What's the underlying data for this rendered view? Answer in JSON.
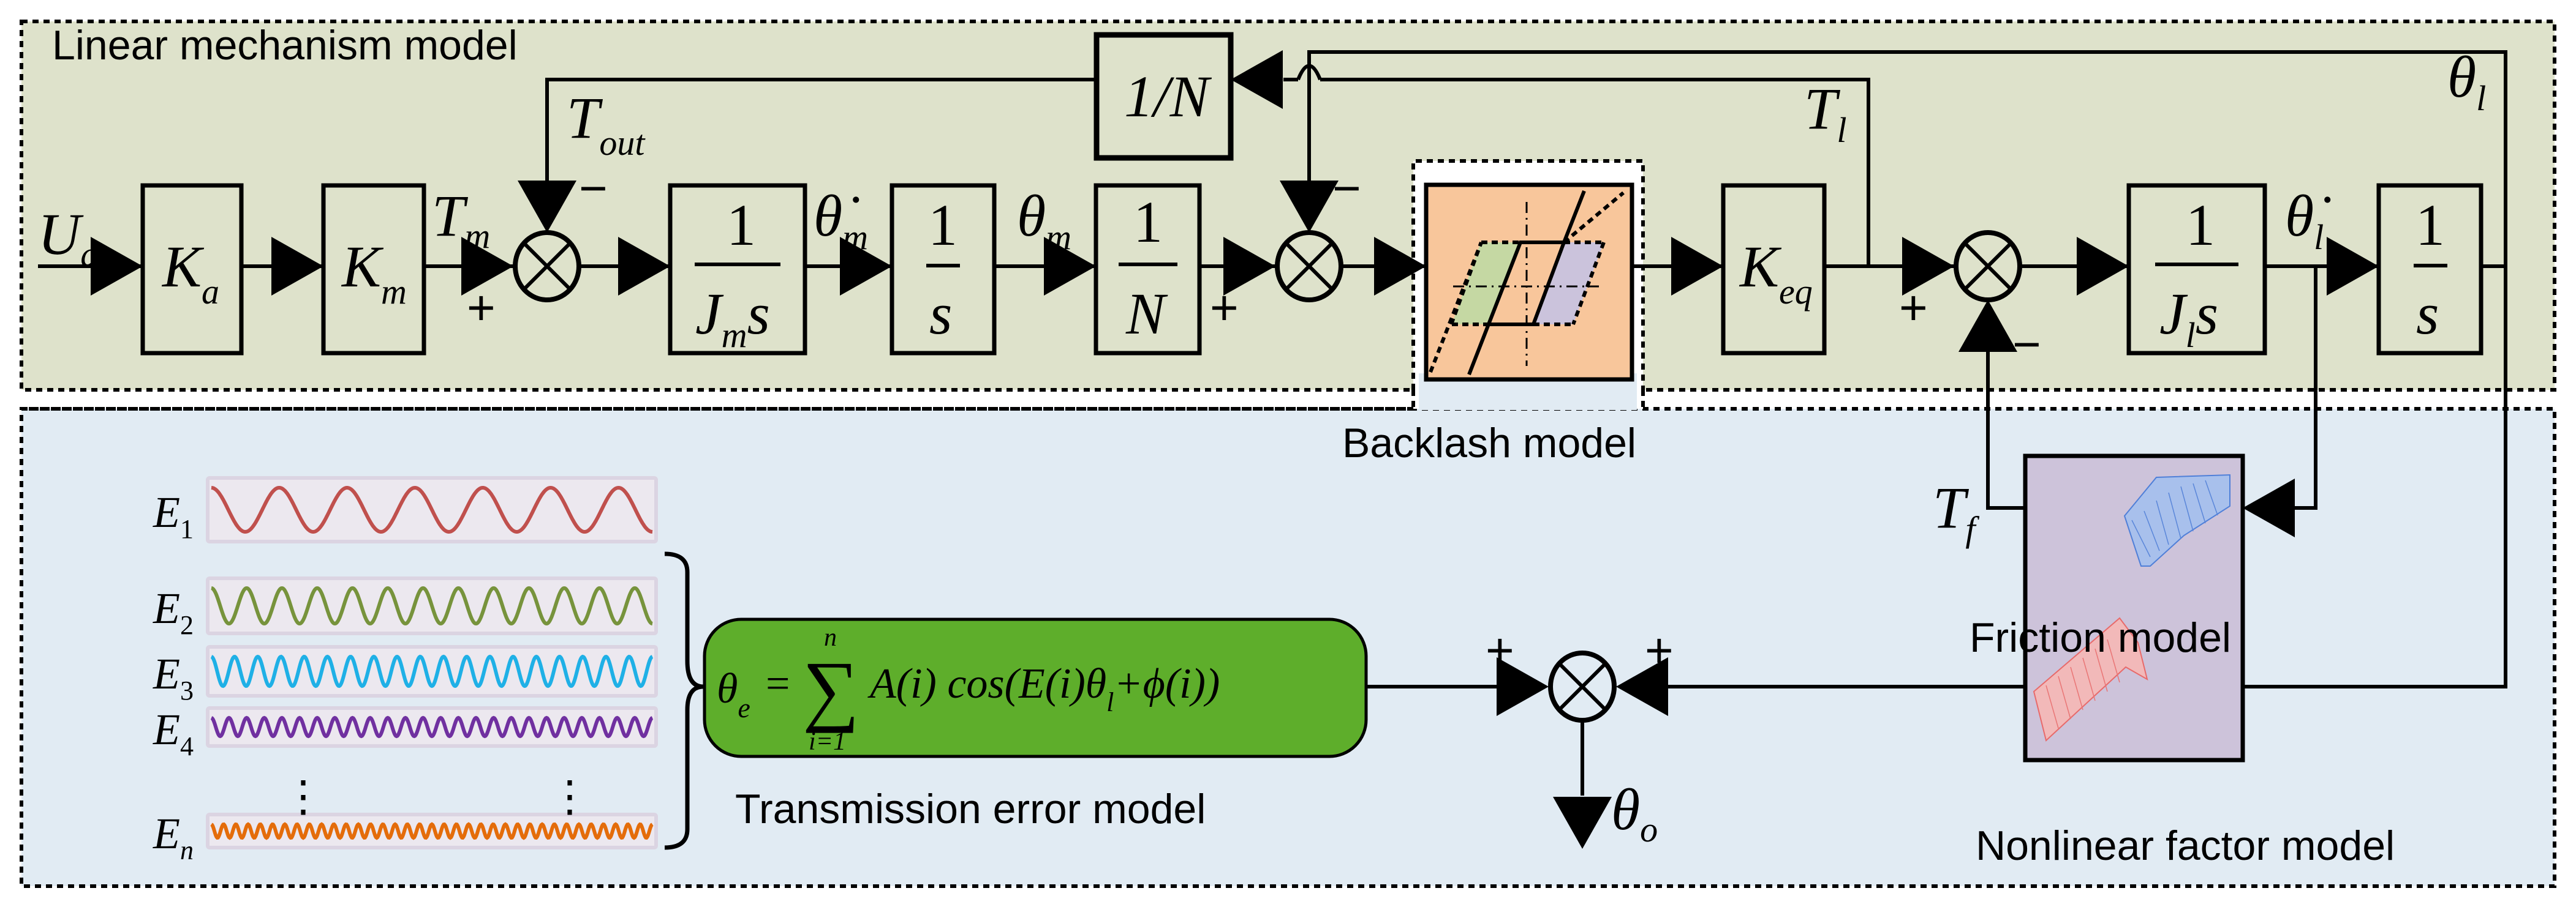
{
  "diagram": {
    "regions": {
      "linear": {
        "label": "Linear mechanism model",
        "fill": "#dee2cb"
      },
      "nonlinear": {
        "label": "Nonlinear factor model",
        "fill": "#e1ebf3"
      }
    },
    "blocks": {
      "Ka": {
        "main": "K",
        "sub": "a"
      },
      "Km": {
        "main": "K",
        "sub": "m"
      },
      "inv_Jm_s": {
        "num": "1",
        "den_main": "J",
        "den_sub": "m",
        "den_tail": "s"
      },
      "integrator_m": {
        "num": "1",
        "den": "s"
      },
      "gear_ratio": {
        "num": "1",
        "den": "N"
      },
      "feedback_gear": {
        "text": "1/N"
      },
      "Keq": {
        "main": "K",
        "sub": "eq"
      },
      "inv_Jl_s": {
        "num": "1",
        "den_main": "J",
        "den_sub": "l",
        "den_tail": "s"
      },
      "integrator_l": {
        "num": "1",
        "den": "s"
      },
      "backlash": {
        "label": "Backlash model",
        "fill": "#f8c69b",
        "left_zone_fill": "#c5d8a3",
        "right_zone_fill": "#cbc3dc"
      },
      "friction": {
        "label": "Friction model",
        "fill": "#cdc3da"
      },
      "transmission_error": {
        "label": "Transmission error model",
        "fill": "#5eae2b",
        "formula": {
          "lhs": "θ",
          "lhs_sub": "e",
          "eq": "=",
          "sum_top": "n",
          "sum_bottom": "i=1",
          "body": "A(i) cos(E(i)θ",
          "body_sub": "l",
          "body_tail": "+ϕ(i))"
        }
      }
    },
    "signals": {
      "Ua": {
        "main": "U",
        "sub": "a"
      },
      "Tm": {
        "main": "T",
        "sub": "m"
      },
      "Tout": {
        "main": "T",
        "sub": "out"
      },
      "theta_m_dot": {
        "main": "θ̇",
        "sub": "m"
      },
      "theta_m": {
        "main": "θ",
        "sub": "m"
      },
      "Tl": {
        "main": "T",
        "sub": "l"
      },
      "theta_l": {
        "main": "θ",
        "sub": "l"
      },
      "theta_l_dot": {
        "main": "θ̇",
        "sub": "l"
      },
      "Tf": {
        "main": "T",
        "sub": "f"
      },
      "theta_o": {
        "main": "θ",
        "sub": "o"
      }
    },
    "signs": {
      "plus": "+",
      "minus": "−"
    },
    "harmonics": [
      {
        "label": "E",
        "sub": "1",
        "color": "#c0504d",
        "cycles": 6.5
      },
      {
        "label": "E",
        "sub": "2",
        "color": "#77933c",
        "cycles": 12.5
      },
      {
        "label": "E",
        "sub": "3",
        "color": "#1fb0e6",
        "cycles": 19
      },
      {
        "label": "E",
        "sub": "4",
        "color": "#7030a0",
        "cycles": 25
      },
      {
        "label": "E",
        "sub": "n",
        "color": "#e46c0a",
        "cycles": 36
      }
    ],
    "ellipsis": "⋮"
  }
}
